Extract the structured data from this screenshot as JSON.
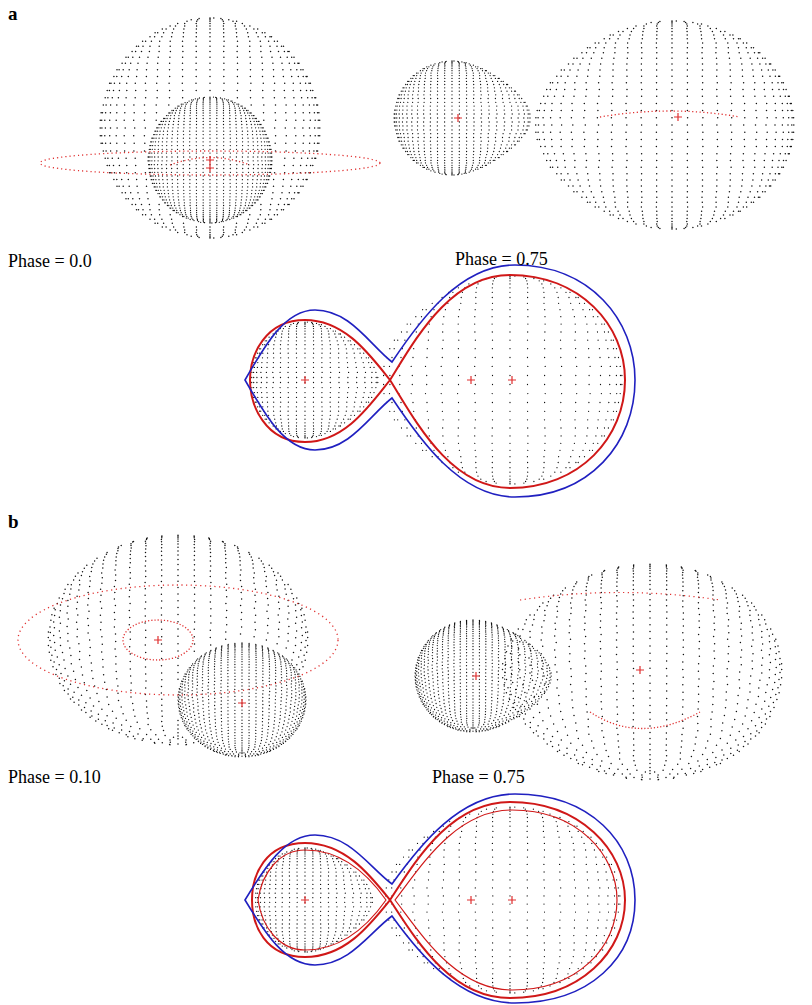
{
  "diagram": {
    "labels": [
      "a",
      "Phase = 0.0",
      "Phase = 0.75",
      "b",
      "Phase = 0.10",
      "Phase = 0.75"
    ]
  }
}
